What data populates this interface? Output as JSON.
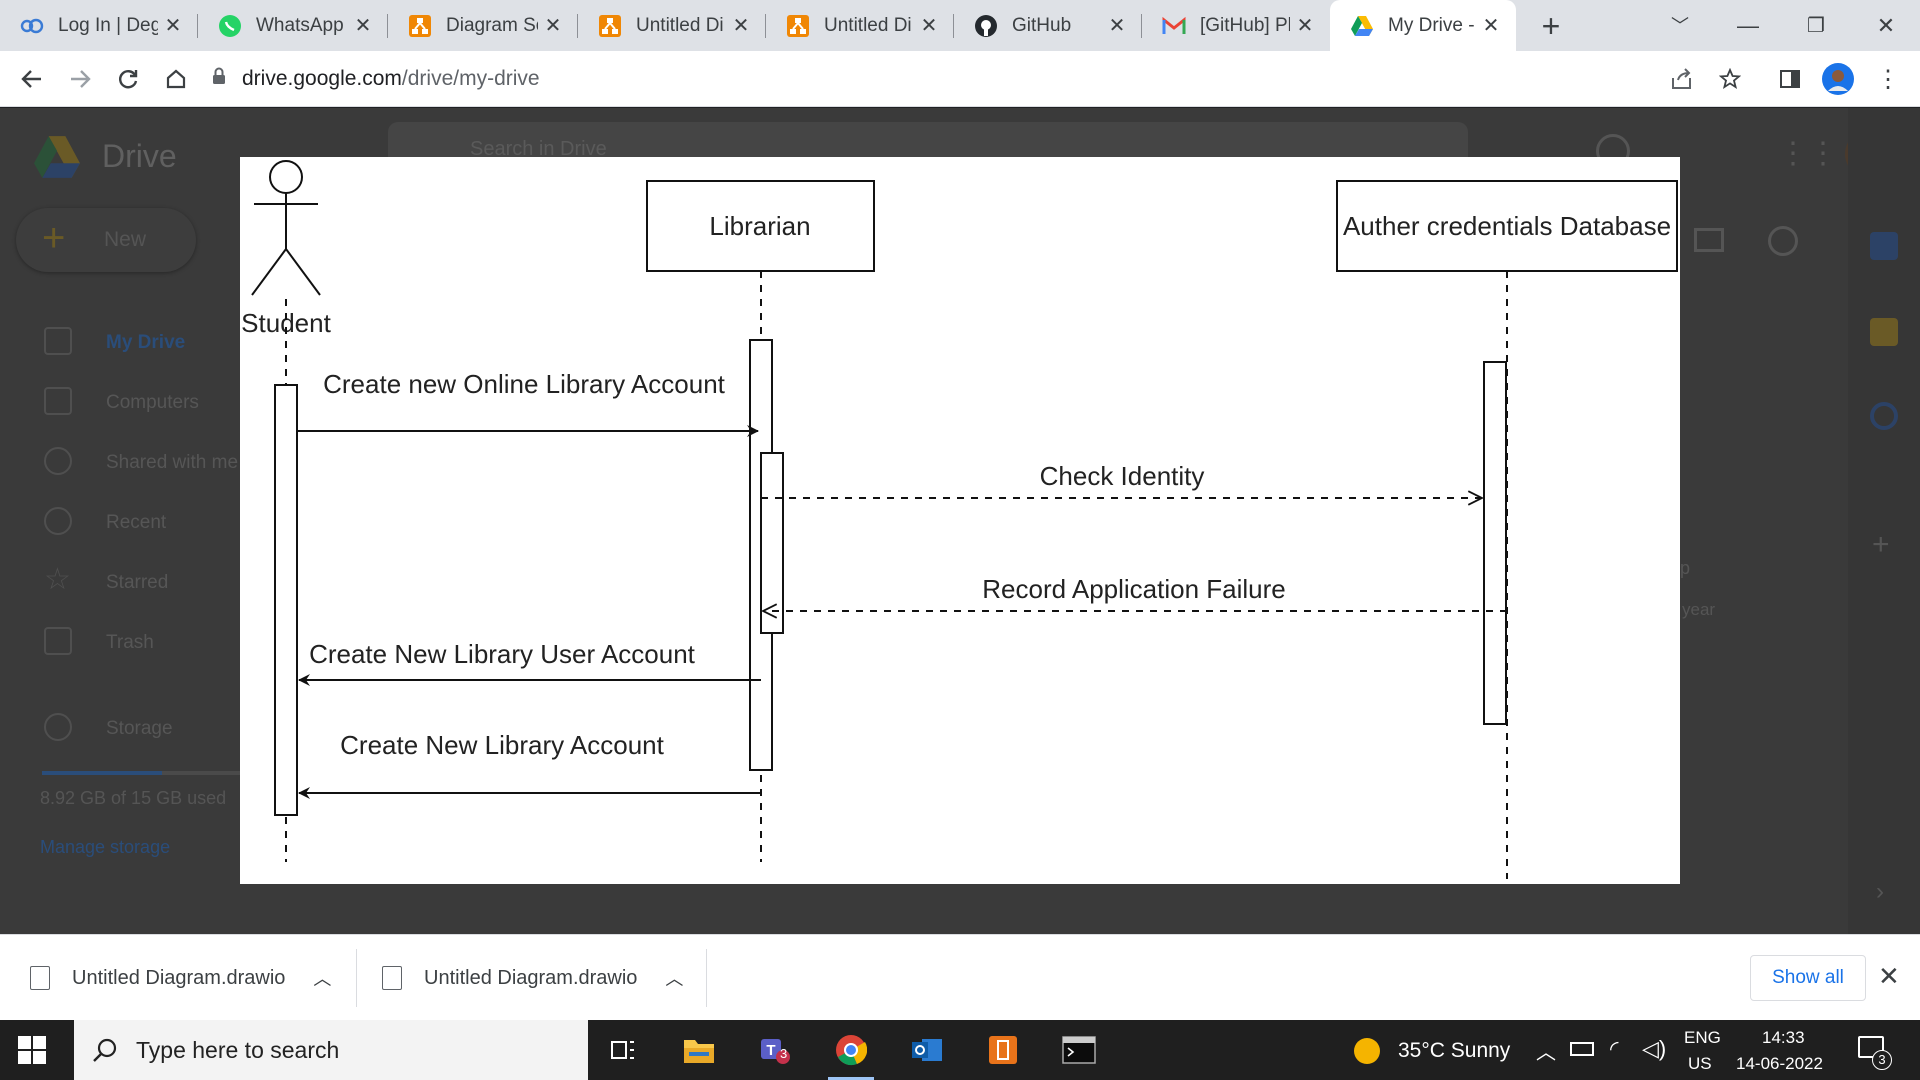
{
  "browser": {
    "tabs": [
      {
        "title": "Log In | Deg",
        "icon": "cloud-icon",
        "active": false
      },
      {
        "title": "WhatsApp",
        "icon": "whatsapp-icon",
        "active": false
      },
      {
        "title": "Diagram So",
        "icon": "drawio-icon",
        "active": false
      },
      {
        "title": "Untitled Di",
        "icon": "drawio-icon",
        "active": false
      },
      {
        "title": "Untitled Di",
        "icon": "drawio-icon",
        "active": false
      },
      {
        "title": "GitHub",
        "icon": "github-icon",
        "active": false
      },
      {
        "title": "[GitHub] Pl",
        "icon": "gmail-icon",
        "active": false
      },
      {
        "title": "My Drive - ",
        "icon": "google-drive-icon",
        "active": true
      }
    ],
    "url_host": "drive.google.com",
    "url_path": "/drive/my-drive"
  },
  "drive": {
    "brand": "Drive",
    "search_placeholder": "Search in Drive",
    "new_label": "New",
    "nav": [
      {
        "label": "My Drive",
        "selected": true
      },
      {
        "label": "Computers",
        "selected": false
      },
      {
        "label": "Shared with me",
        "selected": false
      },
      {
        "label": "Recent",
        "selected": false
      },
      {
        "label": "Starred",
        "selected": false
      },
      {
        "label": "Trash",
        "selected": false
      }
    ],
    "storage_label": "Storage",
    "storage_used_fraction": 0.6,
    "storage_text": "8.92 GB of 15 GB used",
    "manage_storage": "Manage storage",
    "background_fragments": [
      "p",
      "year"
    ]
  },
  "diagram": {
    "actor": "Student",
    "lifelines": [
      "Librarian",
      "Auther credentials Database"
    ],
    "messages": [
      {
        "label": "Create new Online Library Account",
        "style": "solid"
      },
      {
        "label": "Check Identity",
        "style": "dashed"
      },
      {
        "label": "Record Application Failure",
        "style": "dashed"
      },
      {
        "label": "Create New Library User Account",
        "style": "solid"
      },
      {
        "label": "Create New Library Account",
        "style": "solid"
      }
    ]
  },
  "downloads": {
    "items": [
      "Untitled Diagram.drawio",
      "Untitled Diagram.drawio"
    ],
    "show_all": "Show all"
  },
  "taskbar": {
    "search_placeholder": "Type here to search",
    "teams_badge": "3",
    "weather": "35°C  Sunny",
    "lang_top": "ENG",
    "lang_bottom": "US",
    "time": "14:33",
    "date": "14-06-2022",
    "notification_count": "3"
  }
}
